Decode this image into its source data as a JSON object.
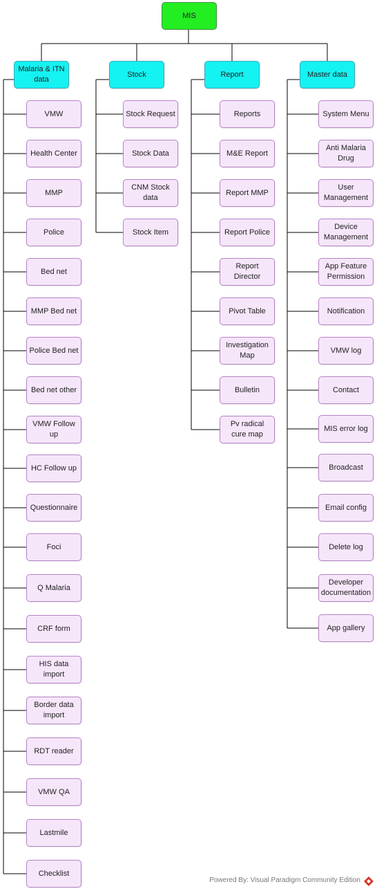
{
  "root": {
    "label": "MIS"
  },
  "colors": {
    "root": "#22ee22",
    "category": "#15f2f2",
    "leaf": "#f6e6fa",
    "line": "#000000"
  },
  "categories": [
    {
      "label": "Malaria & ITN data",
      "items": [
        "VMW",
        "Health Center",
        "MMP",
        "Police",
        "Bed net",
        "MMP Bed net",
        "Police Bed net",
        "Bed net other",
        "VMW Follow up",
        "HC Follow up",
        "Questionnaire",
        "Foci",
        "Q Malaria",
        "CRF form",
        "HIS data import",
        "Border data import",
        "RDT reader",
        "VMW QA",
        "Lastmile",
        "Checklist"
      ]
    },
    {
      "label": "Stock",
      "items": [
        "Stock Request",
        "Stock Data",
        "CNM Stock data",
        "Stock Item"
      ]
    },
    {
      "label": "Report",
      "items": [
        "Reports",
        "M&E Report",
        "Report MMP",
        "Report Police",
        "Report Director",
        "Pivot Table",
        "Investigation Map",
        "Bulletin",
        "Pv radical cure map"
      ]
    },
    {
      "label": "Master data",
      "items": [
        "System Menu",
        "Anti Malaria Drug",
        "User Management",
        "Device Management",
        "App Feature Permission",
        "Notification",
        "VMW log",
        "Contact",
        "MIS error log",
        "Broadcast",
        "Email config",
        "Delete log",
        "Developer documentation",
        "App gallery"
      ]
    }
  ],
  "footer": {
    "text": "Powered By: Visual Paradigm Community Edition",
    "logo_icon": "visual-paradigm-logo-icon"
  }
}
